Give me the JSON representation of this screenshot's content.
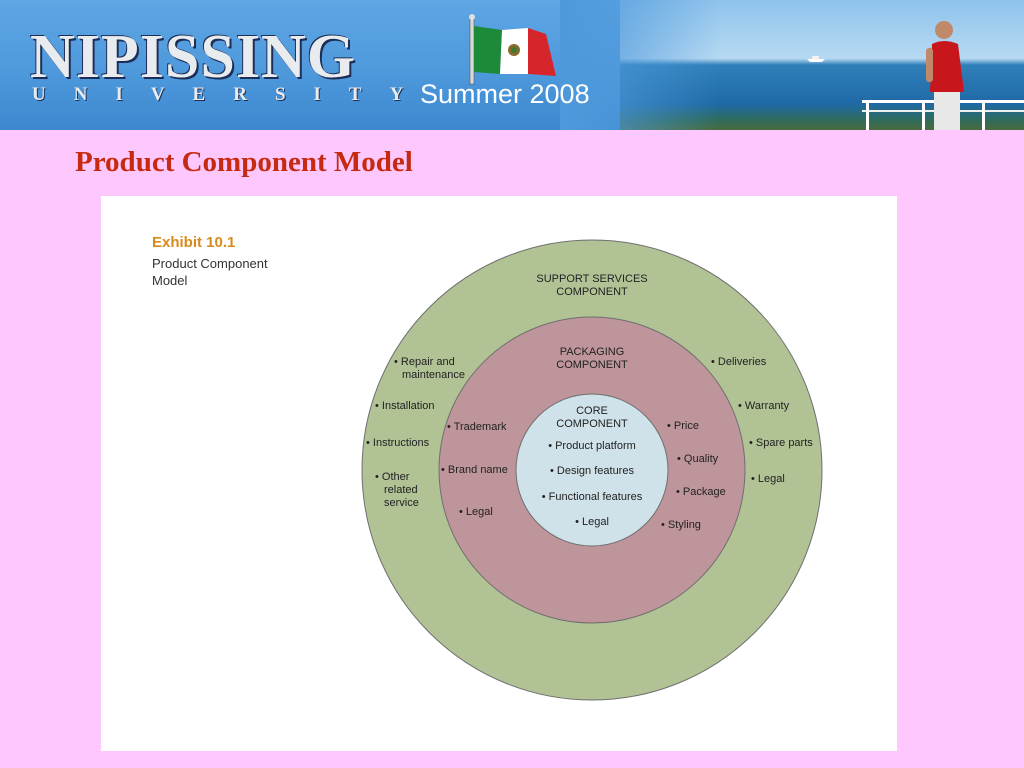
{
  "banner": {
    "logo_main": "NIPISSING",
    "logo_sub": "UNIVERSITY",
    "term": "Summer 2008",
    "flag_icon": "mexico-flag-icon",
    "colors": {
      "banner_blue": "#4e99dc",
      "logo_text": "#e9ecef"
    }
  },
  "slide": {
    "title": "Product Component Model",
    "title_color": "#c62a10",
    "background": "#fec8fe"
  },
  "exhibit": {
    "number": "Exhibit 10.1",
    "caption_line1": "Product Component",
    "caption_line2": "Model",
    "number_color": "#d98a1c"
  },
  "diagram": {
    "colors": {
      "outer": "#b1c295",
      "middle": "#be959b",
      "core": "#cfe2e9"
    },
    "support": {
      "title_line1": "SUPPORT SERVICES",
      "title_line2": "COMPONENT",
      "repair_line1": "• Repair and",
      "repair_line2": "maintenance",
      "installation": "• Installation",
      "instructions": "• Instructions",
      "other_line1": "• Other",
      "other_line2": "related",
      "other_line3": "service",
      "deliveries": "• Deliveries",
      "warranty": "• Warranty",
      "spare_parts": "• Spare parts",
      "legal": "• Legal"
    },
    "packaging": {
      "title_line1": "PACKAGING",
      "title_line2": "COMPONENT",
      "trademark": "• Trademark",
      "brand_name": "• Brand name",
      "legal": "• Legal",
      "price": "• Price",
      "quality": "• Quality",
      "package": "• Package",
      "styling": "• Styling"
    },
    "core": {
      "title_line1": "CORE",
      "title_line2": "COMPONENT",
      "product_platform": "• Product platform",
      "design_features": "• Design features",
      "functional_features": "• Functional features",
      "legal": "• Legal"
    }
  }
}
